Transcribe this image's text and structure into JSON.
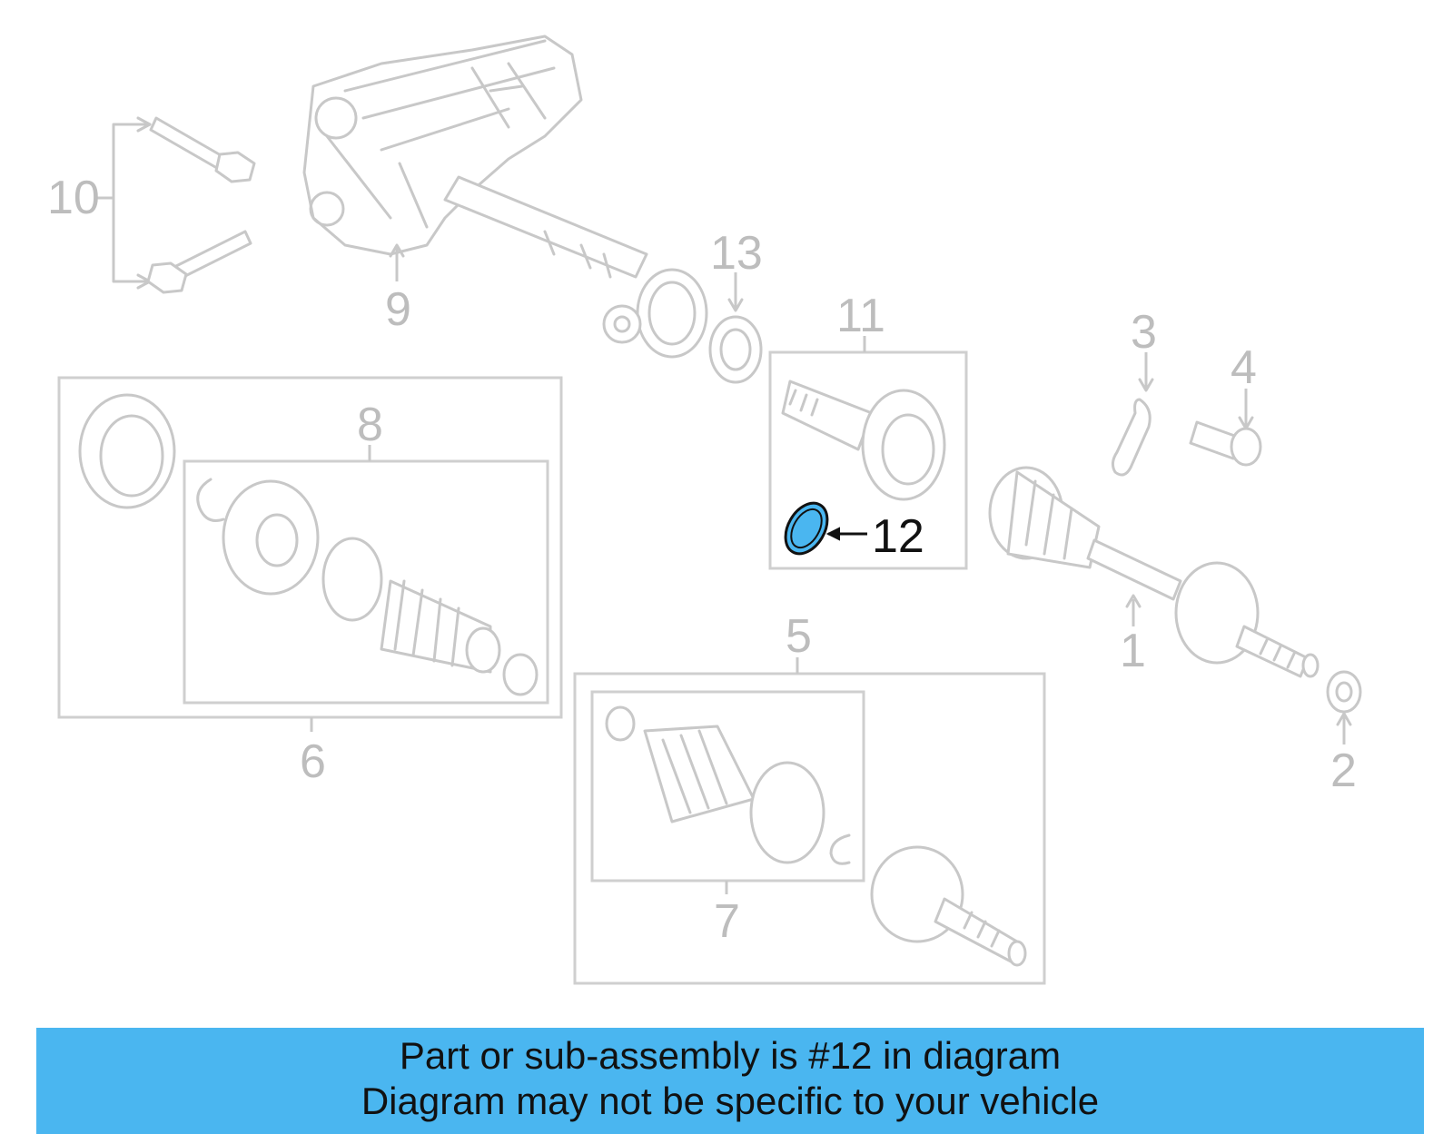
{
  "diagram": {
    "callouts": {
      "c1": "1",
      "c2": "2",
      "c3": "3",
      "c4": "4",
      "c5": "5",
      "c6": "6",
      "c7": "7",
      "c8": "8",
      "c9": "9",
      "c10": "10",
      "c11": "11",
      "c12": "12",
      "c13": "13"
    },
    "highlighted_part": "12",
    "colors": {
      "highlight": "#4ab6f0",
      "part_lines": "#c8c8c8",
      "highlight_outline": "#111111"
    }
  },
  "banner": {
    "line1": "Part or sub-assembly is #12 in diagram",
    "line2": "Diagram may not be specific to your vehicle",
    "color": "#4ab6f0"
  }
}
